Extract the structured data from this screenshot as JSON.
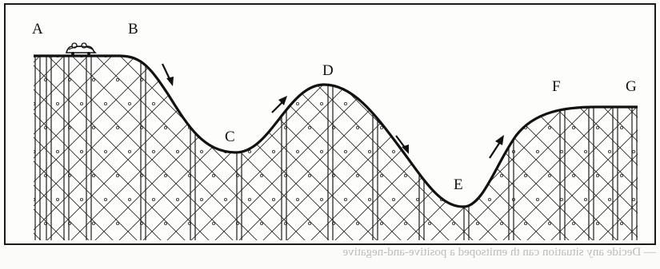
{
  "figure": {
    "points": [
      {
        "id": "A",
        "label": "A"
      },
      {
        "id": "B",
        "label": "B"
      },
      {
        "id": "C",
        "label": "C"
      },
      {
        "id": "D",
        "label": "D"
      },
      {
        "id": "E",
        "label": "E"
      },
      {
        "id": "F",
        "label": "F"
      },
      {
        "id": "G",
        "label": "G"
      }
    ],
    "track_color": "#111111",
    "lattice_color": "#2b2b2b",
    "icons": [
      "roller-coaster-car-icon",
      "direction-arrow-icon"
    ]
  },
  "bleed_text": "— Decide any situation can th emitsoped a positive-and-negative"
}
